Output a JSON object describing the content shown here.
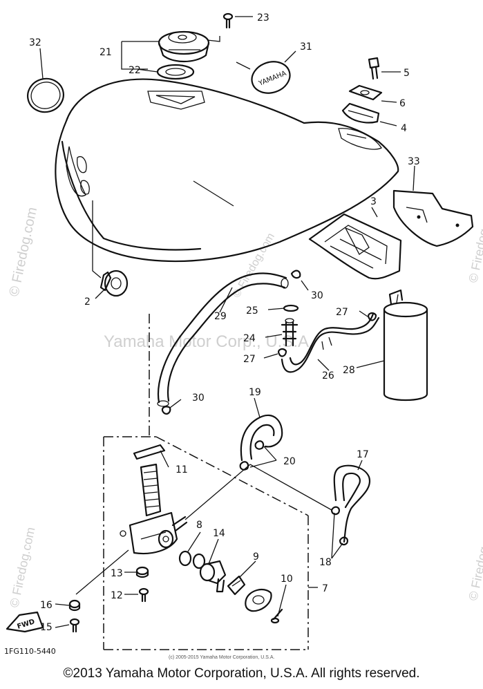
{
  "diagram": {
    "part_code": "1FG110-5440",
    "tank_brand": "YAMAHA",
    "fwd_label": "FWD",
    "callouts": [
      "2",
      "3",
      "4",
      "5",
      "6",
      "7",
      "8",
      "9",
      "10",
      "11",
      "12",
      "13",
      "14",
      "15",
      "16",
      "17",
      "18",
      "19",
      "20",
      "21",
      "22",
      "23",
      "24",
      "25",
      "26",
      "27",
      "27",
      "28",
      "29",
      "30",
      "30",
      "31",
      "32",
      "33"
    ]
  },
  "watermarks": {
    "brand": "© Firedog.com",
    "center": "Yamaha Motor Corp., U.S.A.",
    "small_copyright": "(c) 2005-2015 Yamaha Motor Corporation, U.S.A."
  },
  "footer": {
    "copyright": "©2013 Yamaha Motor Corporation, U.S.A. All rights reserved."
  },
  "colors": {
    "ink": "#111111",
    "watermark": "#cfcfcf",
    "background": "#ffffff"
  }
}
